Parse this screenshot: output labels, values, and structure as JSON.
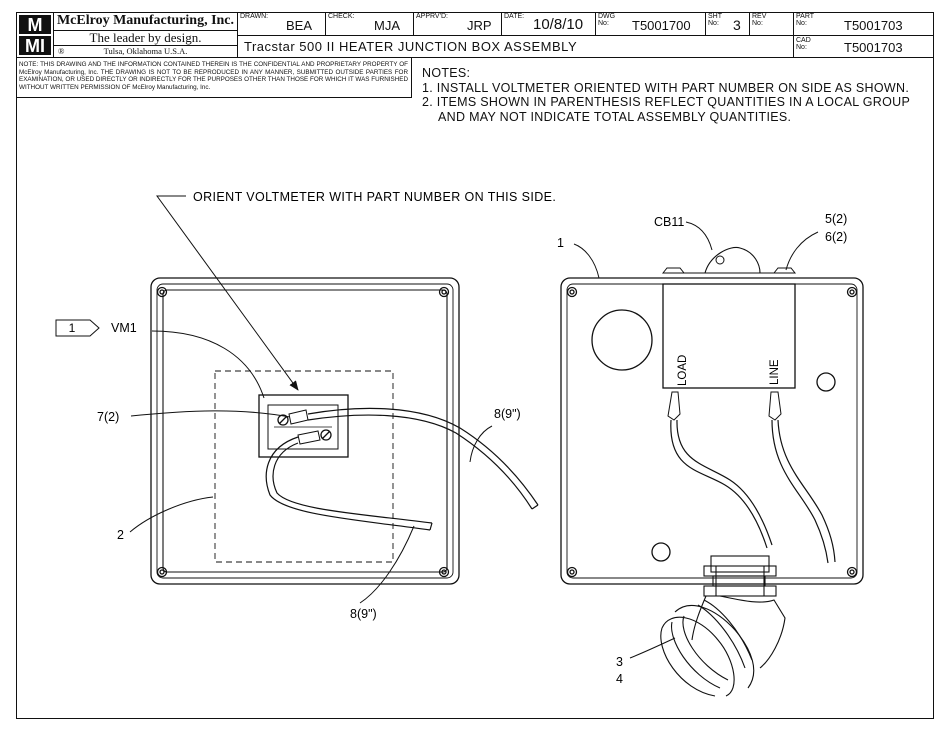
{
  "company": {
    "logo_text_top": "M",
    "logo_text_bottom": "MI",
    "name": "McElroy Manufacturing, Inc.",
    "tagline": "The leader by design.",
    "registered": "®",
    "location": "Tulsa, Oklahoma U.S.A."
  },
  "title_block": {
    "drawn_label": "DRAWN:",
    "drawn_value": "BEA",
    "check_label": "CHECK:",
    "check_value": "MJA",
    "apprvd_label": "APPRV'D:",
    "apprvd_value": "JRP",
    "date_label": "DATE:",
    "date_value": "10/8/10",
    "dwg_label": "DWG No:",
    "dwg_value": "T5001700",
    "sht_label": "SHT No:",
    "sht_value": "3",
    "rev_label": "REV No:",
    "rev_value": "",
    "part_label": "PART No:",
    "part_value": "T5001703",
    "cad_label": "CAD No:",
    "cad_value": "T5001703",
    "title": "Tracstar 500 II   HEATER JUNCTION BOX ASSEMBLY"
  },
  "disclaimer": "NOTE: THIS DRAWING AND THE INFORMATION CONTAINED THEREIN IS THE CONFIDENTIAL AND PROPRIETARY PROPERTY OF McElroy Manufacturing, Inc. THE DRAWING IS NOT TO BE REPRODUCED IN ANY MANNER, SUBMITTED OUTSIDE PARTIES FOR EXAMINATION, OR USED DIRECTLY OR INDIRECTLY FOR THE PURPOSES OTHER THAN THOSE FOR WHICH IT WAS FURNISHED WITHOUT WRITTEN PERMISSION OF McElroy Manufacturing, Inc.",
  "notes": {
    "heading": "NOTES:",
    "note1": "1.  INSTALL VOLTMETER ORIENTED WITH PART NUMBER ON SIDE AS SHOWN.",
    "note2a": "2.  ITEMS SHOWN IN PARENTHESIS REFLECT QUANTITIES IN A LOCAL GROUP",
    "note2b": "AND MAY NOT INDICATE TOTAL ASSEMBLY QUANTITIES."
  },
  "callouts": {
    "orient": "ORIENT VOLTMETER WITH PART NUMBER ON THIS SIDE.",
    "flag_number": "1",
    "vm1": "VM1",
    "item7": "7(2)",
    "item8_right": "8(9\")",
    "item8_bottom": "8(9\")",
    "item2": "2",
    "item1": "1",
    "cb11": "CB11",
    "item5": "5(2)",
    "item6": "6(2)",
    "load": "LOAD",
    "line": "LINE",
    "item3": "3",
    "item4": "4"
  }
}
